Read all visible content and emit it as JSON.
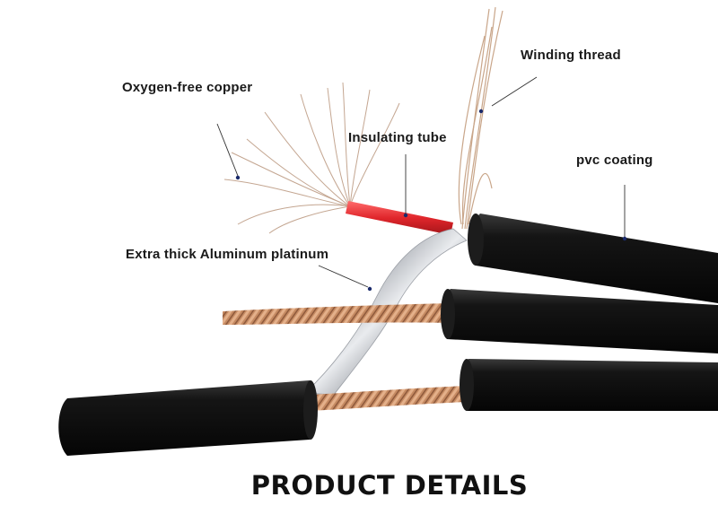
{
  "labels": {
    "oxygen_free_copper": "Oxygen-free copper",
    "insulating_tube": "Insulating tube",
    "winding_thread": "Winding thread",
    "pvc_coating": "pvc coating",
    "aluminum": "Extra thick Aluminum platinum"
  },
  "title": "PRODUCT  DETAILS",
  "colors": {
    "cable_jacket": "#0e0e0e",
    "copper": "#c58a62",
    "insulation": "#e0262b",
    "foil": "#c9ccd2"
  }
}
